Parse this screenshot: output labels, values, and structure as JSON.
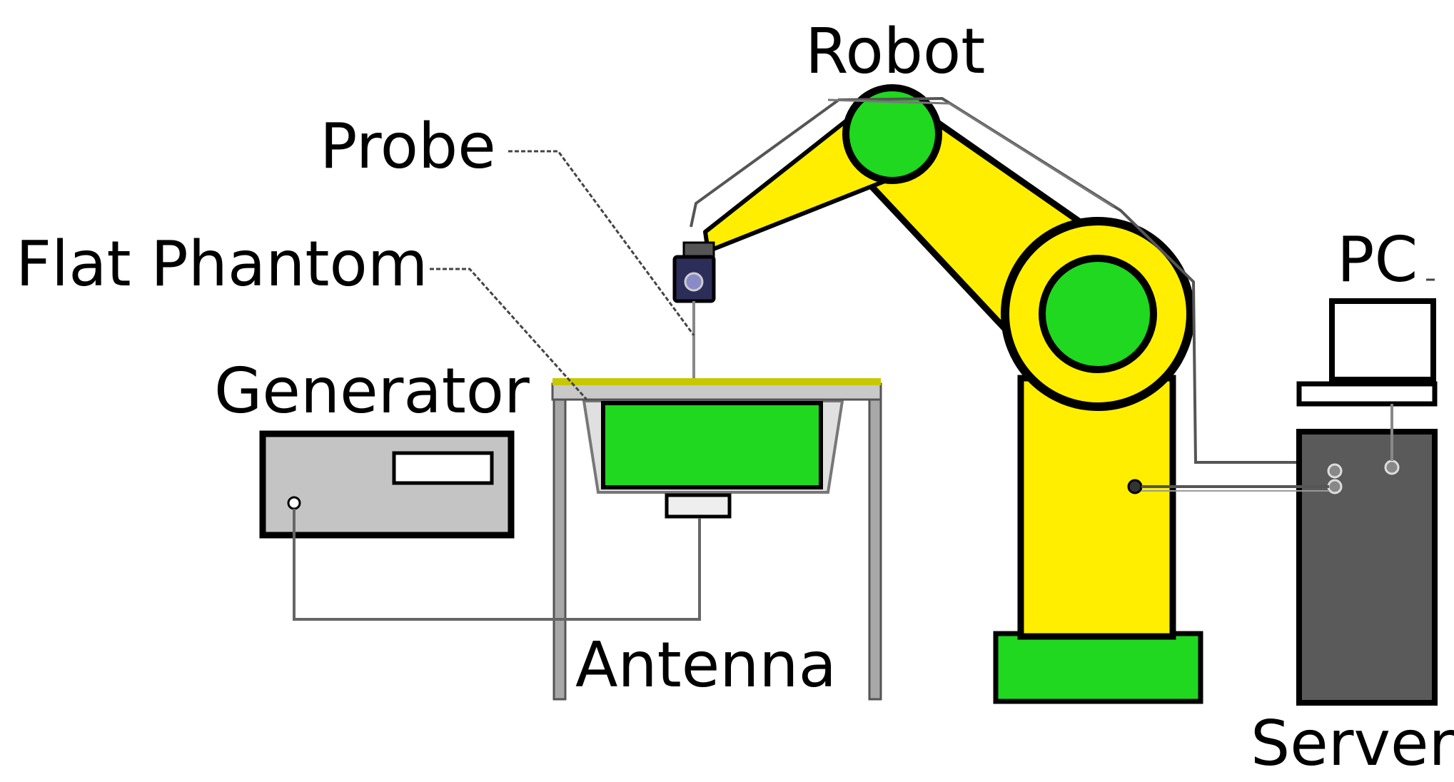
{
  "labels": {
    "robot": "Robot",
    "probe": "Probe",
    "flat_phantom": "Flat Phantom",
    "generator": "Generator",
    "antenna": "Antenna",
    "pc": "PC",
    "server": "Server"
  },
  "colors": {
    "robot_arm": "#ffee00",
    "robot_joint": "#1fd81f",
    "phantom_liquid": "#1fd81f",
    "phantom_surface": "#c8c800",
    "generator_body": "#c4c4c4",
    "server_body": "#5a5a5a",
    "outline": "#000000",
    "cable": "#555555",
    "table": "#9a9a9a",
    "probe": "#3a3a7a"
  }
}
